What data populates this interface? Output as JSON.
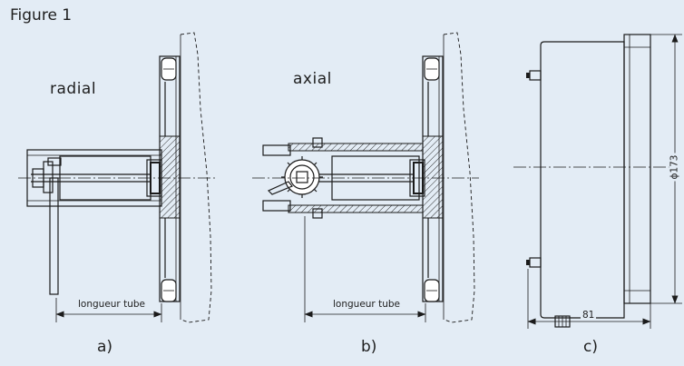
{
  "figure": {
    "title": "Figure 1",
    "views": {
      "a": {
        "kind": "radial",
        "dimension": "longueur tube",
        "caption": "a)"
      },
      "b": {
        "kind": "axial",
        "dimension": "longueur tube",
        "caption": "b)"
      },
      "c": {
        "width_dimension": "81",
        "diameter_dimension": "ϕ173",
        "caption": "c)"
      }
    }
  },
  "colors": {
    "background": "#e3ecf5",
    "ink": "#1b1b1b"
  }
}
